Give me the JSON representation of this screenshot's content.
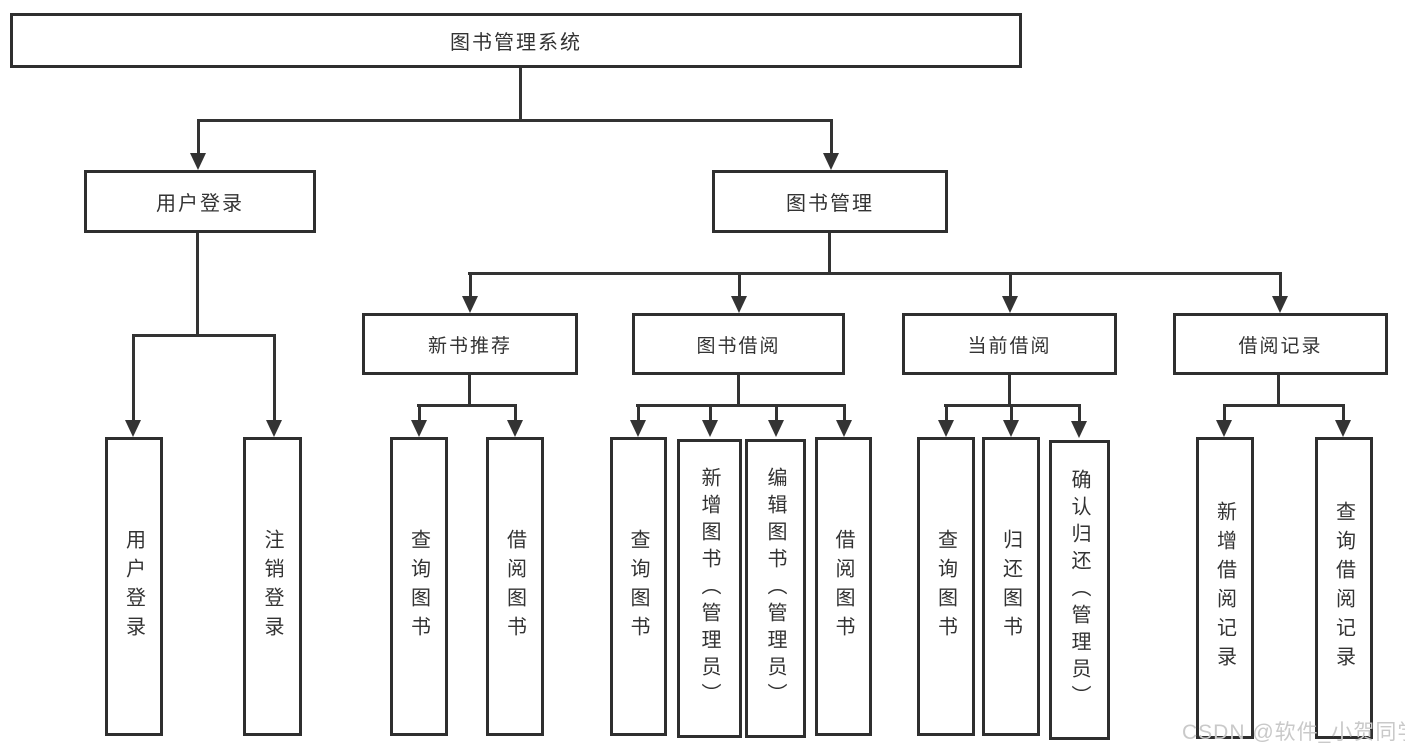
{
  "title": "图书管理系统",
  "colors": {
    "background": "#ffffff",
    "border": "#2f2f2f",
    "line": "#333333",
    "text": "#333333",
    "watermark": "#c9c9c9"
  },
  "tree": {
    "root": {
      "label": "图书管理系统"
    },
    "branches": [
      {
        "label": "用户登录",
        "children": [
          {
            "label": "用户登录"
          },
          {
            "label": "注销登录"
          }
        ]
      },
      {
        "label": "图书管理",
        "children": [
          {
            "label": "新书推荐",
            "children": [
              {
                "label": "查询图书"
              },
              {
                "label": "借阅图书"
              }
            ]
          },
          {
            "label": "图书借阅",
            "children": [
              {
                "label": "查询图书"
              },
              {
                "label": "新增图书（管理员）"
              },
              {
                "label": "编辑图书（管理员）"
              },
              {
                "label": "借阅图书"
              }
            ]
          },
          {
            "label": "当前借阅",
            "children": [
              {
                "label": "查询图书"
              },
              {
                "label": "归还图书"
              },
              {
                "label": "确认归还（管理员）"
              }
            ]
          },
          {
            "label": "借阅记录",
            "children": [
              {
                "label": "新增借阅记录"
              },
              {
                "label": "查询借阅记录"
              }
            ]
          }
        ]
      }
    ]
  },
  "watermark": "CSDN @软件_小贺同学"
}
